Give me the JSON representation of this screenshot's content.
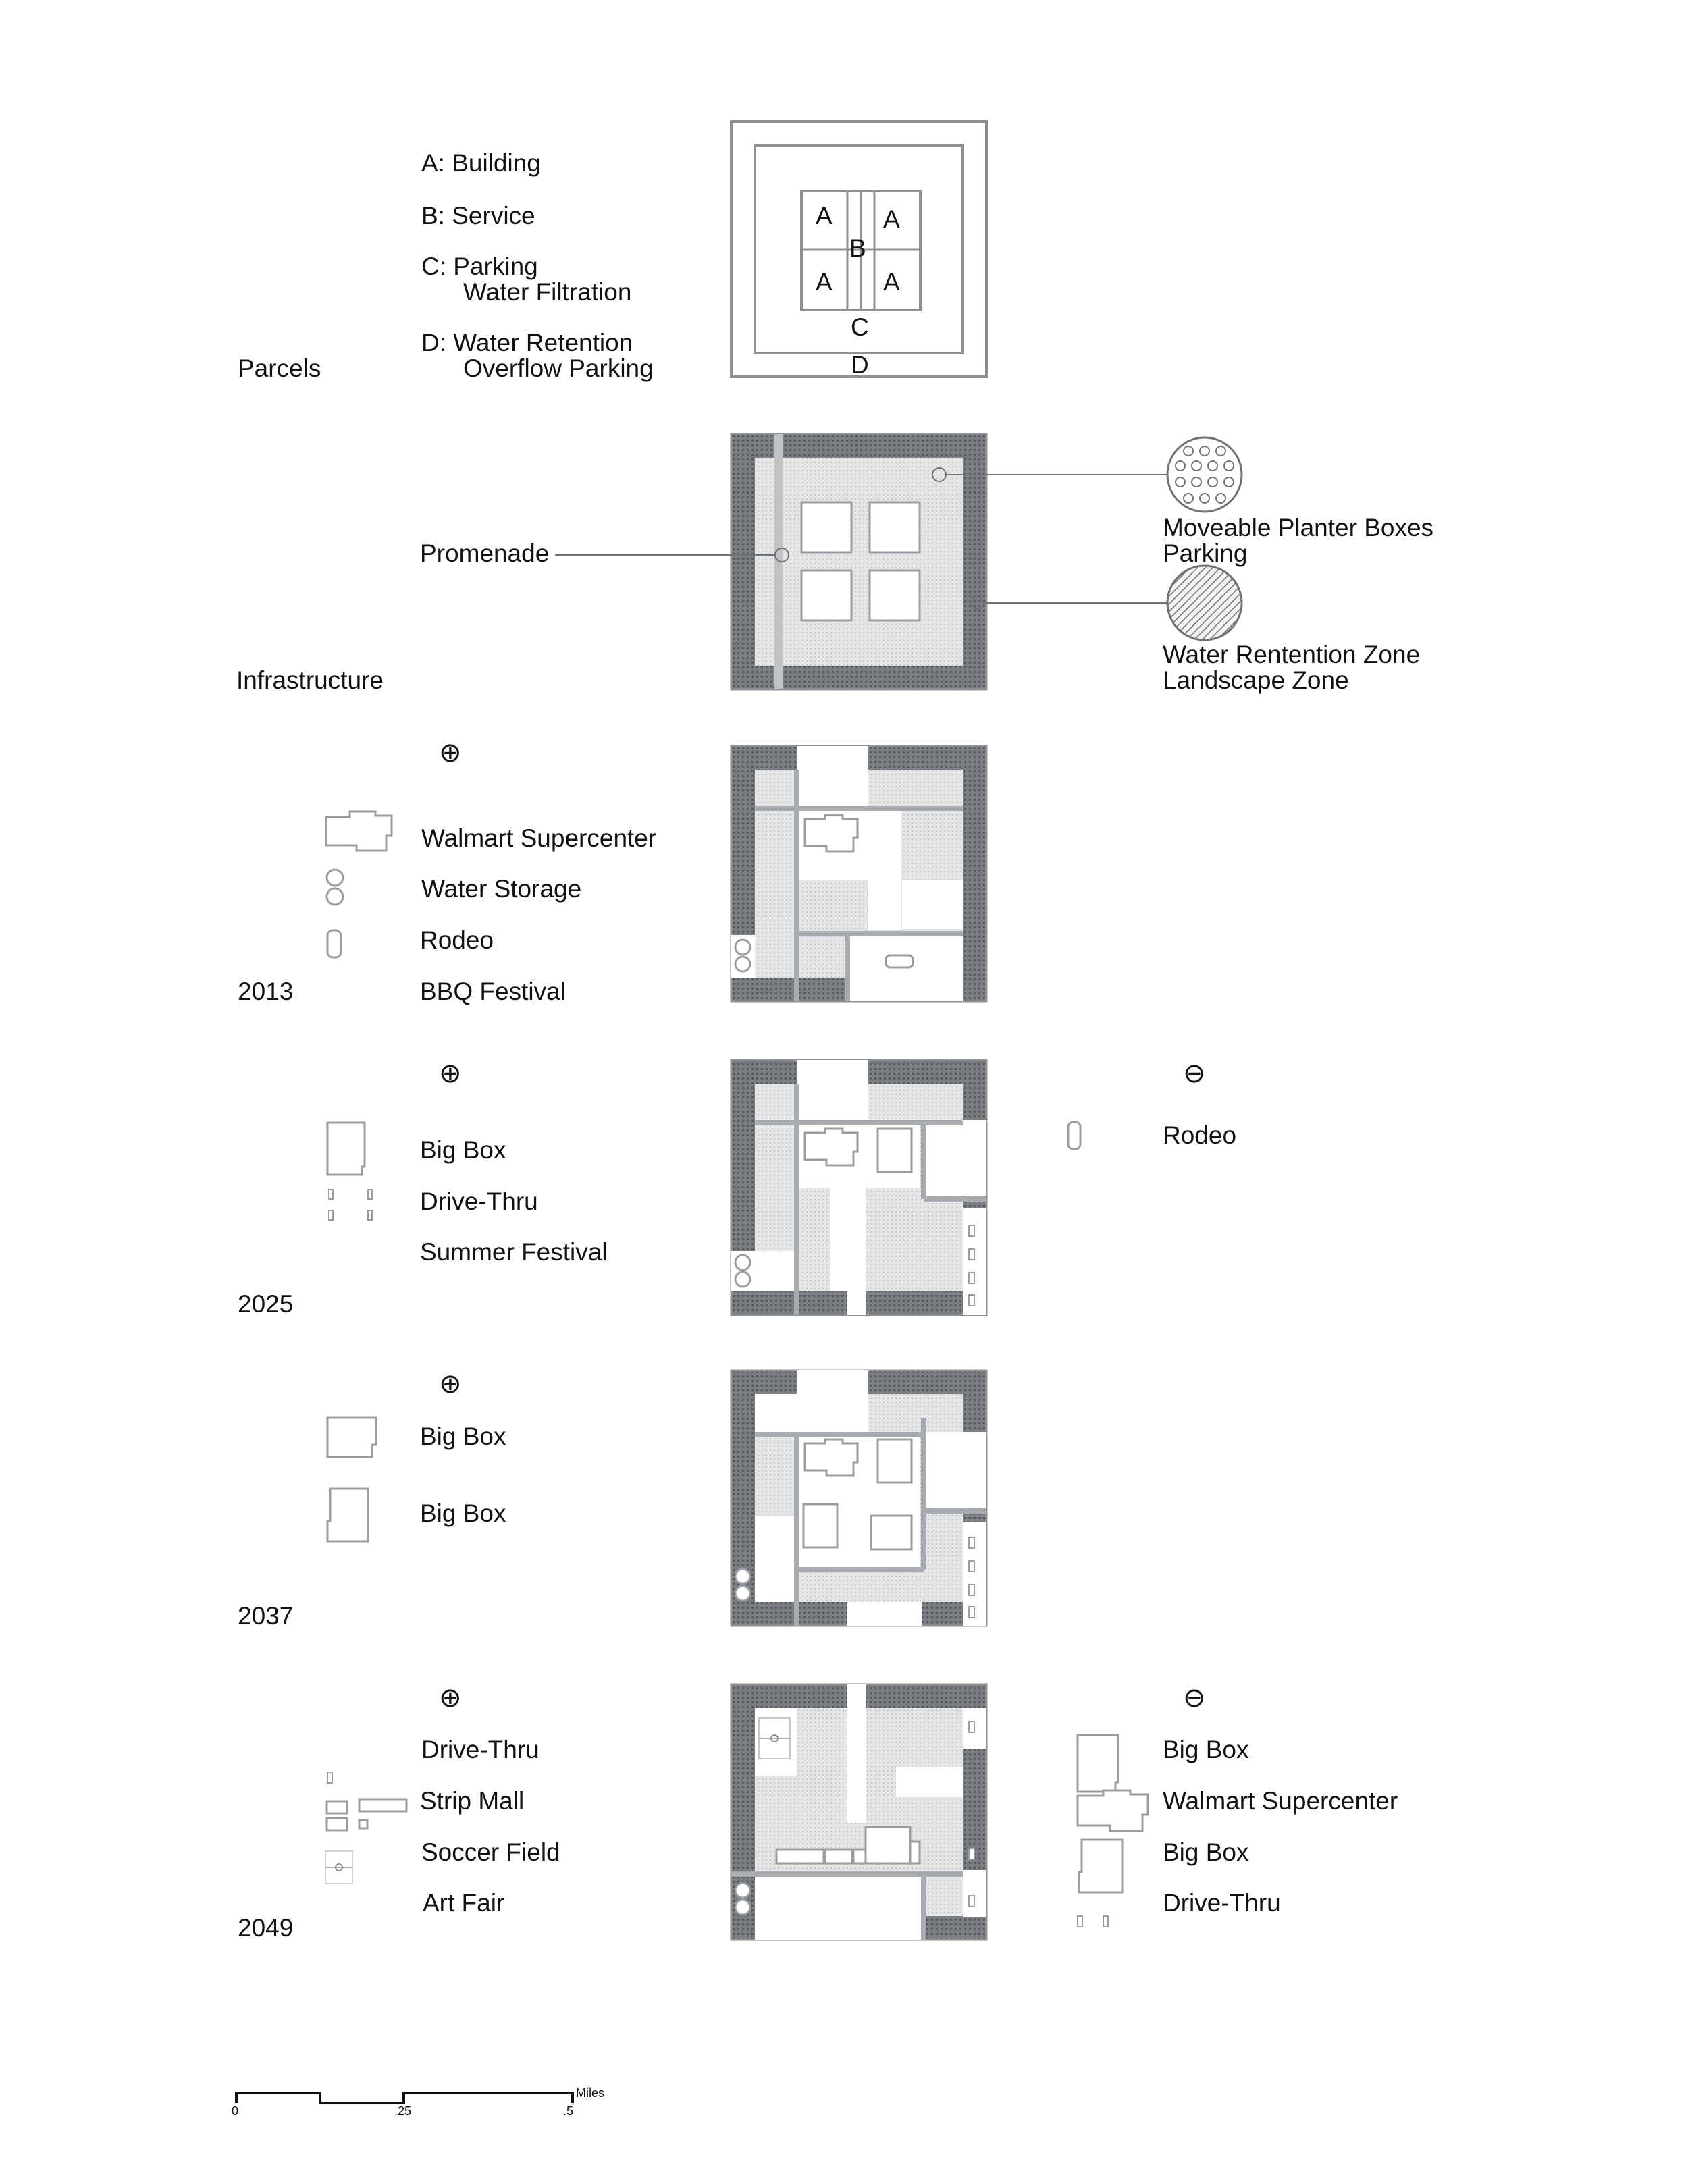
{
  "parcels": {
    "section_label": "Parcels",
    "legend": {
      "a": "A:  Building",
      "b": "B:  Service",
      "c1": "C:  Parking",
      "c2": "Water Filtration",
      "d1": "D:  Water Retention",
      "d2": "Overflow Parking"
    },
    "plan_letters": {
      "a": "A",
      "b": "B",
      "c": "C",
      "d": "D"
    }
  },
  "infrastructure": {
    "section_label": "Infrastructure",
    "promenade": "Promenade",
    "callout_planter_1": "Moveable Planter Boxes",
    "callout_planter_2": "Parking",
    "callout_water_1": "Water Rentention Zone",
    "callout_water_2": "Landscape Zone"
  },
  "symbols": {
    "add": "⊕",
    "remove": "⊖"
  },
  "phases": [
    {
      "year": "2013",
      "added": [
        "Walmart Supercenter",
        "Water Storage",
        "Rodeo",
        "BBQ Festival"
      ],
      "removed": []
    },
    {
      "year": "2025",
      "added": [
        "Big Box",
        "Drive-Thru",
        "Summer Festival"
      ],
      "removed": [
        "Rodeo"
      ]
    },
    {
      "year": "2037",
      "added": [
        "Big Box",
        "Big Box"
      ],
      "removed": []
    },
    {
      "year": "2049",
      "added": [
        "Drive-Thru",
        "Strip Mall",
        "Soccer Field",
        "Art Fair"
      ],
      "removed": [
        "Big Box",
        "Walmart Supercenter",
        "Big Box",
        "Drive-Thru"
      ]
    }
  ],
  "scale_bar": {
    "tick_0": "0",
    "tick_1": ".25",
    "tick_2": ".5",
    "unit": "Miles"
  },
  "colors": {
    "line": "#9a9d9f",
    "dark_fill": "#6f7275",
    "light_fill": "#d6d8d9",
    "text": "#111111"
  }
}
